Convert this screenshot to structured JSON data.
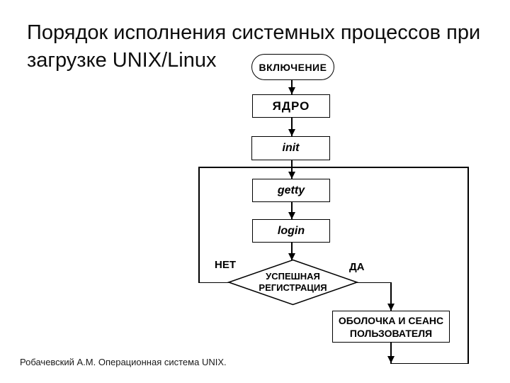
{
  "slide": {
    "title": "Порядок исполнения системных процессов при загрузке UNIX/Linux",
    "footer": "Робачевский А.М. Операционная система UNIX.",
    "background_color": "#ffffff",
    "text_color": "#000000",
    "line_color": "#000000"
  },
  "flowchart": {
    "nodes": {
      "start": {
        "label": "ВКЛЮЧЕНИЕ",
        "shape": "terminator"
      },
      "kernel": {
        "label": "ЯДРО",
        "shape": "process"
      },
      "init": {
        "label": "init",
        "shape": "process",
        "style": "bold-italic"
      },
      "getty": {
        "label": "getty",
        "shape": "process",
        "style": "bold-italic"
      },
      "login": {
        "label": "login",
        "shape": "process",
        "style": "bold-italic"
      },
      "decision": {
        "line1": "УСПЕШНАЯ",
        "line2": "РЕГИСТРАЦИЯ",
        "shape": "decision"
      },
      "shell": {
        "line1": "ОБОЛОЧКА И СЕАНС",
        "line2": "ПОЛЬЗОВАТЕЛЯ",
        "shape": "process"
      }
    },
    "branch_labels": {
      "no": "НЕТ",
      "yes": "ДА"
    },
    "edges": [
      {
        "from": "start",
        "to": "kernel"
      },
      {
        "from": "kernel",
        "to": "init"
      },
      {
        "from": "init",
        "to": "getty"
      },
      {
        "from": "getty",
        "to": "login"
      },
      {
        "from": "login",
        "to": "decision"
      },
      {
        "from": "decision",
        "to": "getty",
        "label": "НЕТ"
      },
      {
        "from": "decision",
        "to": "shell",
        "label": "ДА"
      },
      {
        "from": "shell",
        "to": "getty"
      }
    ]
  }
}
